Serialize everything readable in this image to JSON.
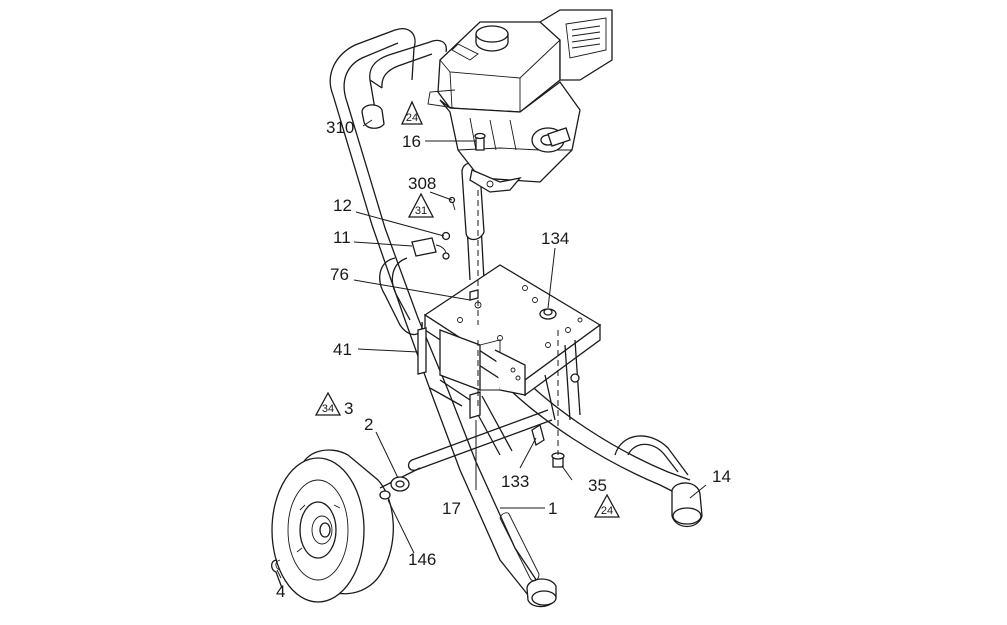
{
  "callouts": [
    {
      "id": "c310",
      "text": "310"
    },
    {
      "id": "c16",
      "text": "16"
    },
    {
      "id": "c308",
      "text": "308"
    },
    {
      "id": "c12",
      "text": "12"
    },
    {
      "id": "c11",
      "text": "11"
    },
    {
      "id": "c134",
      "text": "134"
    },
    {
      "id": "c76",
      "text": "76"
    },
    {
      "id": "c41",
      "text": "41"
    },
    {
      "id": "c3",
      "text": "3"
    },
    {
      "id": "c2",
      "text": "2"
    },
    {
      "id": "c133",
      "text": "133"
    },
    {
      "id": "c35",
      "text": "35"
    },
    {
      "id": "c14",
      "text": "14"
    },
    {
      "id": "c17",
      "text": "17"
    },
    {
      "id": "c1",
      "text": "1"
    },
    {
      "id": "c146",
      "text": "146"
    },
    {
      "id": "c4",
      "text": "4"
    }
  ],
  "torque_marks": [
    {
      "id": "t24a",
      "text": "24"
    },
    {
      "id": "t31",
      "text": "31"
    },
    {
      "id": "t34",
      "text": "34"
    },
    {
      "id": "t24b",
      "text": "24"
    }
  ]
}
